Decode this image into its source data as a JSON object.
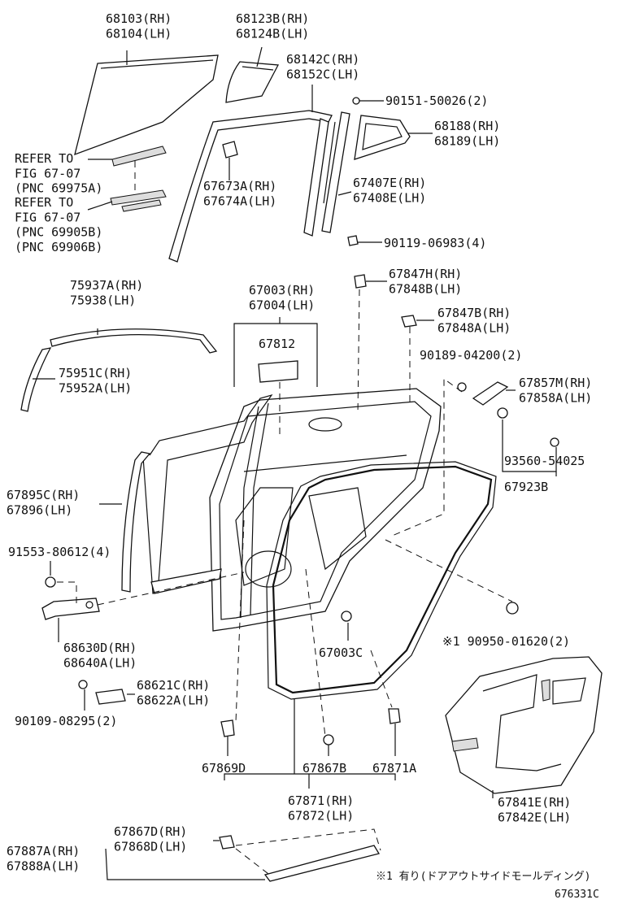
{
  "labels": [
    {
      "id": "lbl-68103",
      "lines": [
        "68103(RH)",
        "68104(LH)"
      ]
    },
    {
      "id": "lbl-68123b",
      "lines": [
        "68123B(RH)",
        "68124B(LH)"
      ]
    },
    {
      "id": "lbl-68142c",
      "lines": [
        "68142C(RH)",
        "68152C(LH)"
      ]
    },
    {
      "id": "lbl-90151",
      "lines": [
        "90151-50026(2)"
      ]
    },
    {
      "id": "lbl-68188",
      "lines": [
        "68188(RH)",
        "68189(LH)"
      ]
    },
    {
      "id": "lbl-refer1",
      "lines": [
        "REFER TO",
        "FIG 67-07",
        "(PNC 69975A)"
      ]
    },
    {
      "id": "lbl-refer2",
      "lines": [
        "REFER TO",
        "FIG 67-07",
        "(PNC 69905B)",
        "(PNC 69906B)"
      ]
    },
    {
      "id": "lbl-67673a",
      "lines": [
        "67673A(RH)",
        "67674A(LH)"
      ]
    },
    {
      "id": "lbl-67407e",
      "lines": [
        "67407E(RH)",
        "67408E(LH)"
      ]
    },
    {
      "id": "lbl-90119",
      "lines": [
        "90119-06983(4)"
      ]
    },
    {
      "id": "lbl-67847h",
      "lines": [
        "67847H(RH)",
        "67848B(LH)"
      ]
    },
    {
      "id": "lbl-75937a",
      "lines": [
        "75937A(RH)",
        "75938(LH)"
      ]
    },
    {
      "id": "lbl-67003",
      "lines": [
        "67003(RH)",
        "67004(LH)"
      ]
    },
    {
      "id": "lbl-67847b",
      "lines": [
        "67847B(RH)",
        "67848A(LH)"
      ]
    },
    {
      "id": "lbl-67812",
      "lines": [
        "67812"
      ]
    },
    {
      "id": "lbl-90189",
      "lines": [
        "90189-04200(2)"
      ]
    },
    {
      "id": "lbl-75951c",
      "lines": [
        "75951C(RH)",
        "75952A(LH)"
      ]
    },
    {
      "id": "lbl-67857m",
      "lines": [
        "67857M(RH)",
        "67858A(LH)"
      ]
    },
    {
      "id": "lbl-93560",
      "lines": [
        "93560-54025"
      ]
    },
    {
      "id": "lbl-67923b",
      "lines": [
        "67923B"
      ]
    },
    {
      "id": "lbl-67895c",
      "lines": [
        "67895C(RH)",
        "67896(LH)"
      ]
    },
    {
      "id": "lbl-91553",
      "lines": [
        "91553-80612(4)"
      ]
    },
    {
      "id": "lbl-68630d",
      "lines": [
        "68630D(RH)",
        "68640A(LH)"
      ]
    },
    {
      "id": "lbl-67003c",
      "lines": [
        "67003C"
      ]
    },
    {
      "id": "lbl-90950",
      "lines": [
        "※1 90950-01620(2)"
      ]
    },
    {
      "id": "lbl-68621c",
      "lines": [
        "68621C(RH)",
        "68622A(LH)"
      ]
    },
    {
      "id": "lbl-90109",
      "lines": [
        "90109-08295(2)"
      ]
    },
    {
      "id": "lbl-67869d",
      "lines": [
        "67869D"
      ]
    },
    {
      "id": "lbl-67867b",
      "lines": [
        "67867B"
      ]
    },
    {
      "id": "lbl-67871a",
      "lines": [
        "67871A"
      ]
    },
    {
      "id": "lbl-67871",
      "lines": [
        "67871(RH)",
        "67872(LH)"
      ]
    },
    {
      "id": "lbl-67841e",
      "lines": [
        "67841E(RH)",
        "67842E(LH)"
      ]
    },
    {
      "id": "lbl-67867d",
      "lines": [
        "67867D(RH)",
        "67868D(LH)"
      ]
    },
    {
      "id": "lbl-67887a",
      "lines": [
        "67887A(RH)",
        "67888A(LH)"
      ]
    }
  ],
  "footnote": "※1 有り(ドアアウトサイドモールディング)",
  "figure_code": "676331C"
}
